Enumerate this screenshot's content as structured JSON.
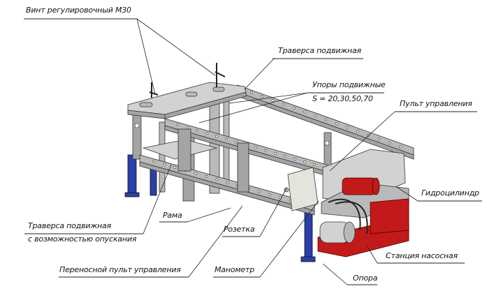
{
  "labels": {
    "adjusting_screw": "Винт регулировочный М30",
    "movable_traverse": "Траверса подвижная",
    "movable_stops": "Упоры подвижные",
    "stops_sizes": "S = 20,30,50,70",
    "control_panel": "Пульт управления",
    "hydraulic_cylinder": "Гидроцилиндр",
    "frame": "Рама",
    "lowering_traverse_line1": "Траверса подвижная",
    "lowering_traverse_line2": "с возможностью опускания",
    "socket": "Розетка",
    "portable_control_panel": "Переносной пульт управления",
    "pressure_gauge": "Манометр",
    "pump_station": "Станция насосная",
    "support": "Опора"
  },
  "colors": {
    "steel": "#b9b9b9",
    "legs": "#2a3fa8",
    "hydraulics": "#c21a1a"
  }
}
